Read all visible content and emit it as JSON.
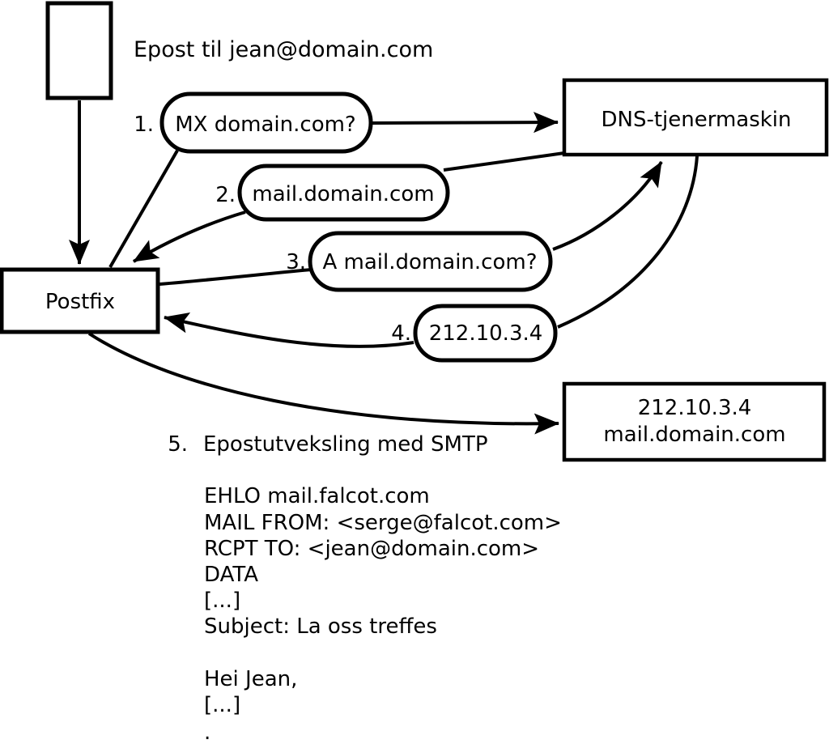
{
  "diagram": {
    "title": "Epost til jean@domain.com",
    "nodes": {
      "postfix": "Postfix",
      "dns_server": "DNS-tjenermaskin",
      "target_server": {
        "line1": "212.10.3.4",
        "line2": "mail.domain.com"
      }
    },
    "steps": [
      {
        "num": "1.",
        "label": "MX domain.com?"
      },
      {
        "num": "2.",
        "label": "mail.domain.com"
      },
      {
        "num": "3.",
        "label": "A mail.domain.com?"
      },
      {
        "num": "4.",
        "label": "212.10.3.4"
      },
      {
        "num": "5.",
        "label": "Epostutveksling med SMTP"
      }
    ],
    "smtp_session": {
      "lines": [
        "EHLO mail.falcot.com",
        "MAIL FROM: <serge@falcot.com>",
        "RCPT TO: <jean@domain.com>",
        "DATA",
        "[...]",
        "Subject: La oss treffes",
        "Hei Jean,",
        "[...]",
        "."
      ]
    },
    "colors": {
      "stroke": "#000000",
      "background": "#ffffff"
    }
  }
}
